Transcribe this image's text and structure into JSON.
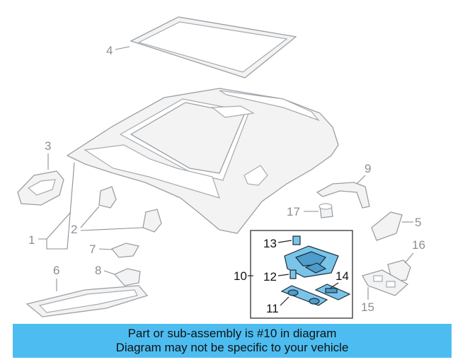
{
  "callouts": {
    "c1": "1",
    "c2": "2",
    "c3": "3",
    "c4": "4",
    "c5": "5",
    "c6": "6",
    "c7": "7",
    "c8": "8",
    "c9": "9",
    "c10": "10",
    "c11": "11",
    "c12": "12",
    "c13": "13",
    "c14": "14",
    "c15": "15",
    "c16": "16",
    "c17": "17"
  },
  "highlight": {
    "color": "#7ac4ea",
    "assembly": "10"
  },
  "banner": {
    "line1": "Part or sub-assembly is #10 in diagram",
    "line2": "Diagram may not be specific to your vehicle",
    "background": "#4dbdf1"
  }
}
